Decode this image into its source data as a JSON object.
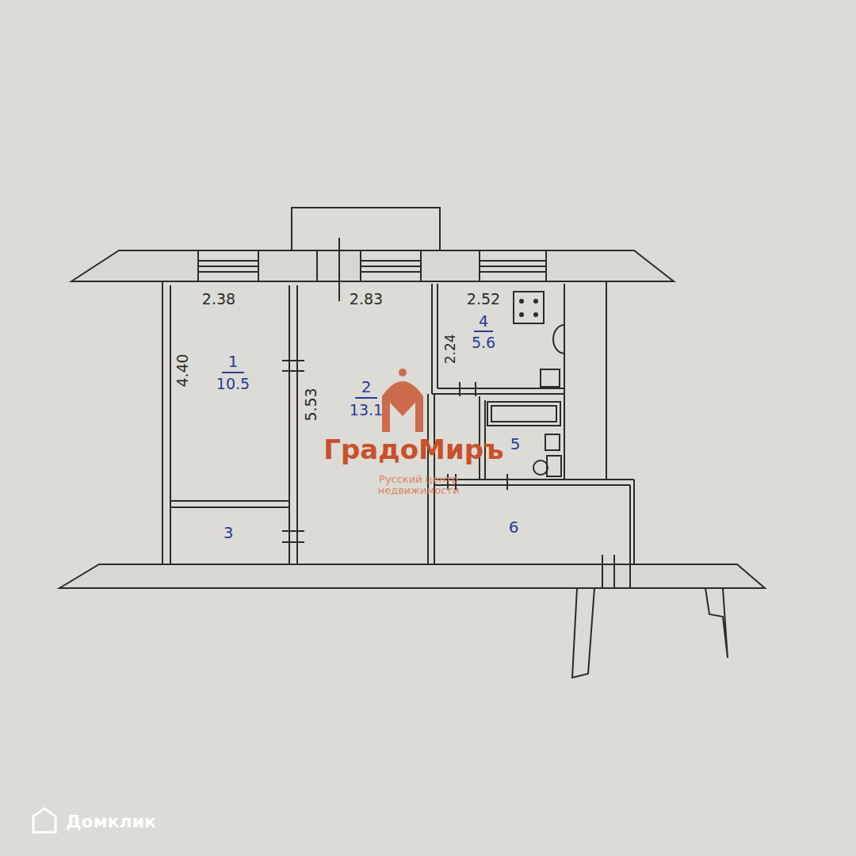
{
  "diagram": {
    "labels": [
      "2.38",
      "2.83",
      "2.52",
      "4.40",
      "1",
      "10.5",
      "5.53",
      "2",
      "13.1",
      "2.24",
      "4",
      "5.6",
      "5",
      "3",
      "6",
      "ГрадоМиръ",
      "Русский центр недвижимости",
      "Домклик"
    ]
  }
}
